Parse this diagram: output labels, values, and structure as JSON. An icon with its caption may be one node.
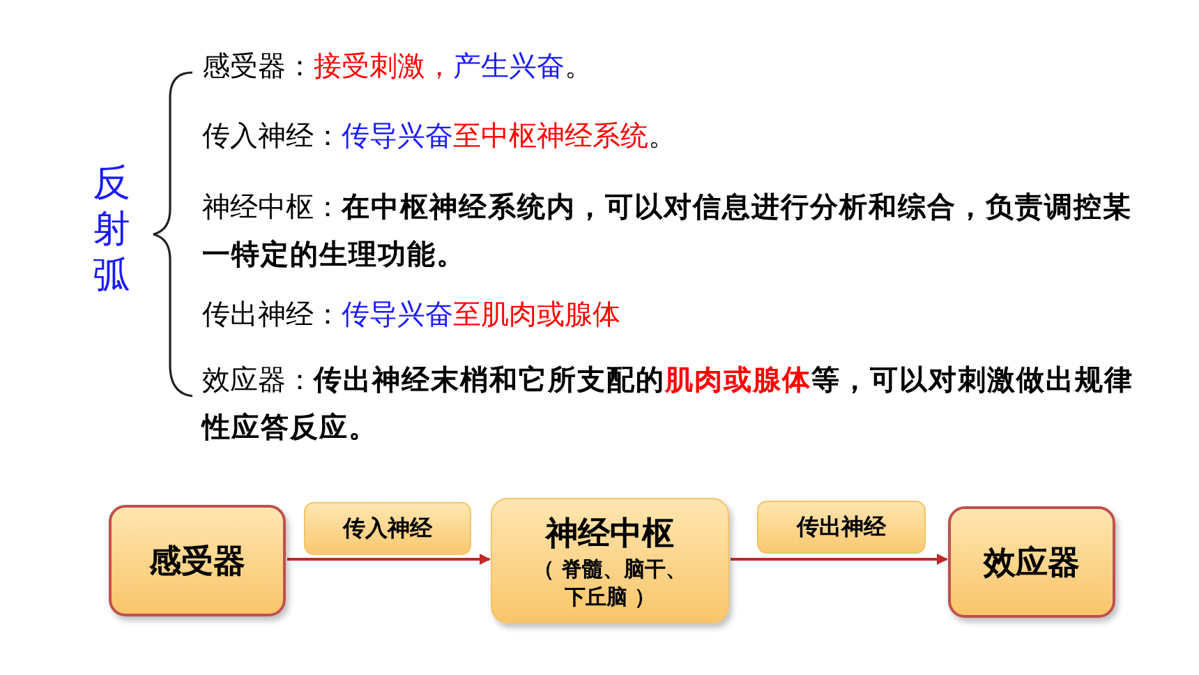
{
  "diagram": {
    "nodes": [
      {
        "text": [
          "感受器"
        ]
      },
      {
        "text": [
          "神经中枢",
          "（ 脊髓、脑干、下丘脑 ）"
        ]
      },
      {
        "text": [
          "效应器"
        ]
      }
    ],
    "edges": [
      {
        "from": 0,
        "to": 1,
        "arrow": "to",
        "label": "传入神经"
      },
      {
        "from": 1,
        "to": 2,
        "arrow": "to",
        "label": "传出神经"
      }
    ],
    "labels": [
      "反射弧",
      "感受器：",
      "接受刺激，",
      "产生兴奋",
      "。",
      "传入神经：",
      "传导兴奋",
      "至中枢神经系统",
      "。",
      "神经中枢：",
      "在中枢神经系统内，可以对信息进行分析和综合，负责调控某一特定的生理功能。",
      "传出神经：",
      "传导兴奋",
      "至肌肉或腺体",
      "效应器：",
      "传出神经末梢和它所支配的",
      "肌肉或腺体",
      "等，可以对刺激做出规律性应答反应。"
    ]
  }
}
